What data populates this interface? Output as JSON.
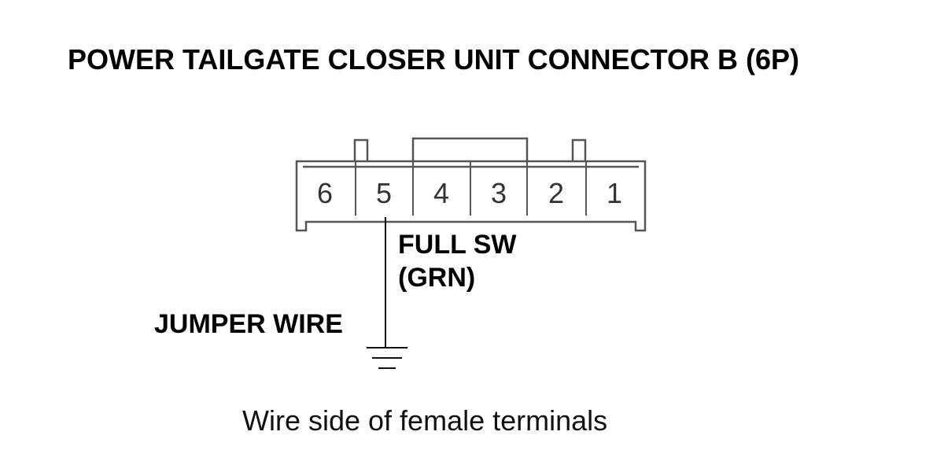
{
  "title": "POWER TAILGATE CLOSER UNIT CONNECTOR B (6P)",
  "connector": {
    "pins": [
      "6",
      "5",
      "4",
      "3",
      "2",
      "1"
    ]
  },
  "labels": {
    "full_sw_line1": "FULL SW",
    "full_sw_line2": "(GRN)",
    "jumper_wire": "JUMPER WIRE"
  },
  "caption": "Wire side of female terminals",
  "colors": {
    "outline": "#555555",
    "text": "#000000"
  },
  "icons": {
    "ground": "ground-symbol-icon"
  }
}
